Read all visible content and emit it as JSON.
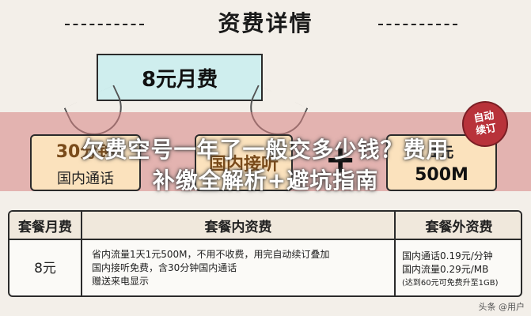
{
  "header": {
    "title": "资费详情"
  },
  "plan": {
    "name": "8元月费"
  },
  "cards": [
    {
      "top": "30分钟",
      "bottom": "国内通话"
    },
    {
      "top": "国内接听",
      "bottom": ""
    },
    {
      "top": "1元",
      "bottom": "500M"
    }
  ],
  "plus_sign": "+",
  "stamp": {
    "line1": "自动",
    "line2": "续订"
  },
  "overlay": {
    "line1": "欠费空号一年了一般交多少钱？费用",
    "line2": "补缴全解析+避坑指南"
  },
  "table": {
    "headers": [
      "套餐月费",
      "套餐内资费",
      "套餐外资费"
    ],
    "monthly_fee": "8元",
    "included": [
      "省内流量1天1元500M，不用不收费，用完自动续订叠加",
      "国内接听免费，含30分钟国内通话",
      "赠送来电显示"
    ],
    "extra": [
      "国内通话0.19元/分钟",
      "国内流量0.29元/MB",
      "(达到60元可免费升至1GB)"
    ]
  },
  "watermark": "头条 @用户"
}
